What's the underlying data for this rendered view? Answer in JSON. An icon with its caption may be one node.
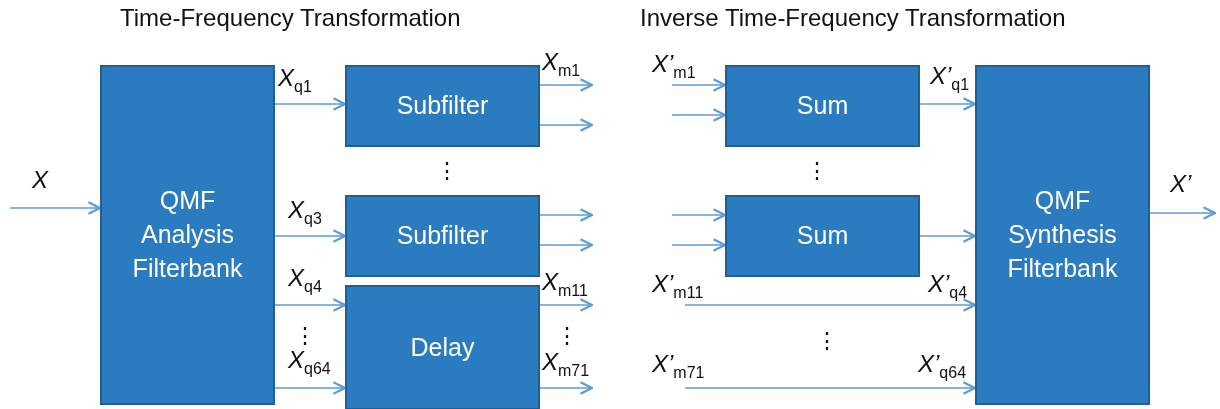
{
  "diagram": {
    "nodes": [
      {
        "text": [
          "QMF Analysis Filterbank"
        ]
      },
      {
        "text": [
          "Subfilter"
        ]
      },
      {
        "text": [
          "Subfilter"
        ]
      },
      {
        "text": [
          "Delay"
        ]
      },
      {
        "text": [
          "Sum"
        ]
      },
      {
        "text": [
          "Sum"
        ]
      },
      {
        "text": [
          "QMF Synthesis Filterbank"
        ]
      }
    ],
    "edges": [
      {
        "from": null,
        "to": 0,
        "arrow": "to",
        "label": "X"
      },
      {
        "from": 0,
        "to": 1,
        "arrow": "to",
        "label": "X$_{q1}$"
      },
      {
        "from": 0,
        "to": 2,
        "arrow": "to",
        "label": "X$_{q3}$"
      },
      {
        "from": 0,
        "to": 3,
        "arrow": "to",
        "label": "X$_{q4}$"
      },
      {
        "from": 0,
        "to": 3,
        "arrow": "to",
        "label": "X$_{q64}$"
      },
      {
        "from": 1,
        "to": null,
        "arrow": "to",
        "label": "X$_{m1}$"
      },
      {
        "from": 1,
        "to": null,
        "arrow": "to"
      },
      {
        "from": 2,
        "to": null,
        "arrow": "to"
      },
      {
        "from": 2,
        "to": null,
        "arrow": "to"
      },
      {
        "from": 3,
        "to": null,
        "arrow": "to",
        "label": "X$_{m11}$"
      },
      {
        "from": 3,
        "to": null,
        "arrow": "to",
        "label": "X$_{m71}$"
      },
      {
        "from": null,
        "to": 4,
        "arrow": "to",
        "label": "X’$_{m1}$"
      },
      {
        "from": null,
        "to": 4,
        "arrow": "to"
      },
      {
        "from": null,
        "to": 5,
        "arrow": "to"
      },
      {
        "from": null,
        "to": 5,
        "arrow": "to"
      },
      {
        "from": 4,
        "to": 6,
        "arrow": "to",
        "label": "X’$_{q1}$"
      },
      {
        "from": 5,
        "to": 6,
        "arrow": "to"
      },
      {
        "from": null,
        "to": 6,
        "arrow": "to",
        "label": "X’$_{m11}$"
      },
      {
        "from": null,
        "to": 6,
        "arrow": "to",
        "label": "X’$_{m71}$"
      },
      {
        "from": 6,
        "to": null,
        "arrow": "to",
        "label": "X’"
      }
    ],
    "labels": [
      "Time-Frequency Transformation",
      "Inverse Time-Frequency Transformation",
      "⋮",
      "⋮",
      "⋮",
      "⋮",
      "⋮",
      "X’$_{q4}$",
      "X’$_{q64}$"
    ]
  }
}
